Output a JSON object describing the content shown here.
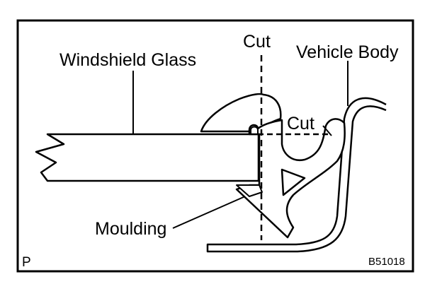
{
  "labels": {
    "windshield_glass": "Windshield Glass",
    "vehicle_body": "Vehicle Body",
    "cut_vertical": "Cut",
    "cut_horizontal": "Cut",
    "moulding": "Moulding"
  },
  "corner_mark": "P",
  "figure_code": "B51018",
  "colors": {
    "ink": "#000000",
    "paper": "#ffffff"
  }
}
